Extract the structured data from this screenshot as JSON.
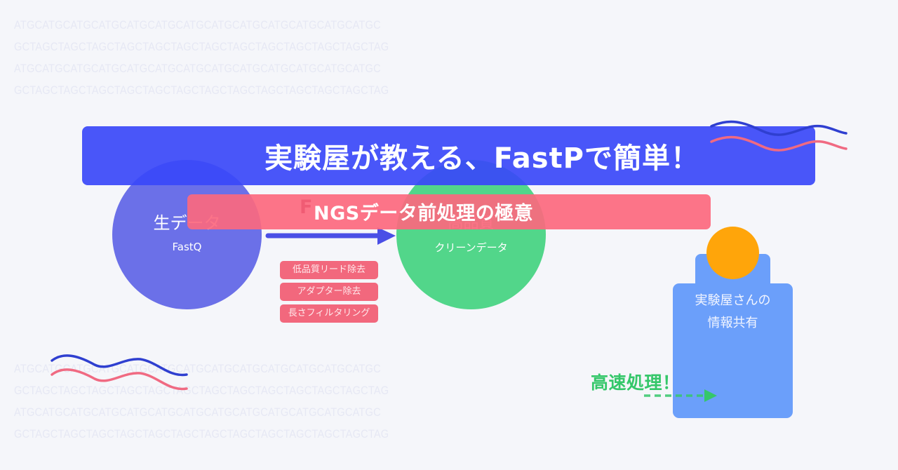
{
  "background": {
    "color": "#f5f6fa",
    "dna_top": [
      "ATGCATGCATGCATGCATGCATGCATGCATGCATGCATGCATGCATGCATGC",
      "GCTAGCTAGCTAGCTAGCTAGCTAGCTAGCTAGCTAGCTAGCTAGCTAGCTAG",
      "ATGCATGCATGCATGCATGCATGCATGCATGCATGCATGCATGCATGCATGC",
      "GCTAGCTAGCTAGCTAGCTAGCTAGCTAGCTAGCTAGCTAGCTAGCTAGCTAG"
    ],
    "dna_bottom": [
      "ATGCATGCATGCATGCATGCATGCATGCATGCATGCATGCATGCATGCATGC",
      "GCTAGCTAGCTAGCTAGCTAGCTAGCTAGCTAGCTAGCTAGCTAGCTAGCTAG",
      "ATGCATGCATGCATGCATGCATGCATGCATGCATGCATGCATGCATGCATGC",
      "GCTAGCTAGCTAGCTAGCTAGCTAGCTAGCTAGCTAGCTAGCTAGCTAGCTAG"
    ]
  },
  "title": {
    "text": "実験屋が教える、FastPで簡単！",
    "color": "#3a48f8"
  },
  "subtitle": {
    "ghost_letter": "F",
    "text": "NGSデータ前処理の極意",
    "color": "#fc687e"
  },
  "diagram": {
    "input_node": {
      "label": "生データ",
      "sublabel": "FastQ",
      "color": "#6b70e8"
    },
    "output_node": {
      "label": "高品質",
      "sublabel": "クリーンデータ",
      "color": "#52d68a"
    },
    "arrow_color": "#4a4fe6",
    "steps": [
      {
        "label": "低品質リード除去"
      },
      {
        "label": "アダプター除去"
      },
      {
        "label": "長さフィルタリング"
      }
    ],
    "step_color": "#f2687d"
  },
  "person": {
    "caption_line1": "実験屋さんの",
    "caption_line2": "情報共有",
    "body_color": "#6b9ffa",
    "head_color": "#ffa50a"
  },
  "speed": {
    "label": "高速処理！",
    "color": "#35c76a"
  },
  "waves": {
    "strand1_color": "#2f3fd0",
    "strand2_color": "#f06a82"
  }
}
